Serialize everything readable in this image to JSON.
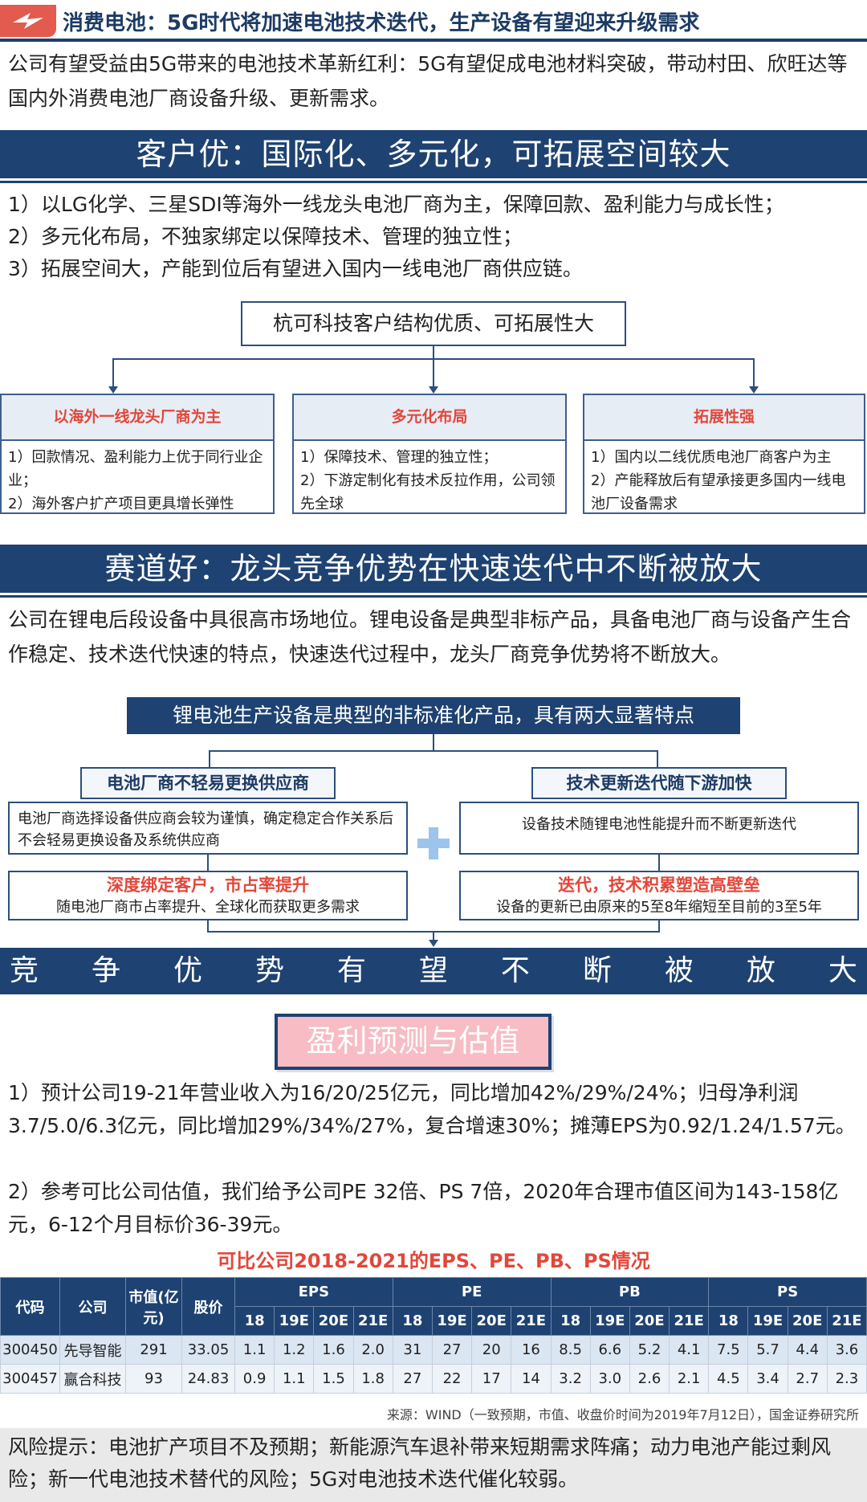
{
  "header": {
    "title": "消费电池：5G时代将加速电池技术迭代，生产设备有望迎来升级需求",
    "intro": "公司有望受益由5G带来的电池技术革新红利：5G有望促成电池材料突破，带动村田、欣旺达等国内外消费电池厂商设备升级、更新需求。"
  },
  "customer": {
    "title": "客户优：国际化、多元化，可拓展空间较大",
    "points": [
      "1）以LG化学、三星SDI等海外一线龙头电池厂商为主，保障回款、盈利能力与成长性；",
      "2）多元化布局，不独家绑定以保障技术、管理的独立性；",
      "3）拓展空间大，产能到位后有望进入国内一线电池厂商供应链。"
    ],
    "tree_top": "杭可科技客户结构优质、可拓展性大",
    "columns": [
      {
        "head": "以海外一线龙头厂商为主",
        "lines": [
          "1）回款情况、盈利能力上优于同行业企业；",
          "2）海外客户扩产项目更具增长弹性"
        ]
      },
      {
        "head": "多元化布局",
        "lines": [
          "1）保障技术、管理的独立性；",
          "2）下游定制化有技术反拉作用，公司领先全球"
        ]
      },
      {
        "head": "拓展性强",
        "lines": [
          "1）国内以二线优质电池厂商客户为主",
          "2）产能释放后有望承接更多国内一线电池厂设备需求"
        ]
      }
    ]
  },
  "track": {
    "title": "赛道好：龙头竞争优势在快速迭代中不断被放大",
    "text": "公司在锂电后段设备中具很高市场地位。锂电设备是典型非标产品，具备电池厂商与设备产生合作稳定、技术迭代快速的特点，快速迭代过程中，龙头厂商竞争优势将不断放大。",
    "diagram_top": "锂电池生产设备是典型的非标准化产品，具有两大显著特点",
    "left_head": "电池厂商不轻易更换供应商",
    "left_box": "电池厂商选择设备供应商会较为谨慎，确定稳定合作关系后不会轻易更换设备及系统供应商",
    "left_result_title": "深度绑定客户，市占率提升",
    "left_result_text": "随电池厂商市占率提升、全球化而获取更多需求",
    "right_head": "技术更新迭代随下游加快",
    "right_box": "设备技术随锂电池性能提升而不断更新迭代",
    "right_result_title": "迭代，技术积累塑造高壁垒",
    "right_result_text": "设备的更新已由原来的5至8年缩短至目前的3至5年",
    "banner_chars": [
      "竞",
      "争",
      "优",
      "势",
      "有",
      "望",
      "不",
      "断",
      "被",
      "放",
      "大"
    ]
  },
  "forecast": {
    "title": "盈利预测与估值",
    "p1": "1）预计公司19-21年营业收入为16/20/25亿元，同比增加42%/29%/24%；归母净利润3.7/5.0/6.3亿元，同比增加29%/34%/27%，复合增速30%；摊薄EPS为0.92/1.24/1.57元。",
    "p2": "2）参考可比公司估值，我们给予公司PE 32倍、PS 7倍，2020年合理市值区间为143-158亿元，6-12个月目标价36-39元。"
  },
  "table": {
    "title": "可比公司2018-2021的EPS、PE、PB、PS情况",
    "h_code": "代码",
    "h_company": "公司",
    "h_cap": "市值(亿元)",
    "h_price": "股价",
    "groups": [
      "EPS",
      "PE",
      "PB",
      "PS"
    ],
    "years": [
      "18",
      "19E",
      "20E",
      "21E"
    ],
    "rows": [
      {
        "code": "300450",
        "company": "先导智能",
        "cap": "291",
        "price": "33.05",
        "vals": [
          "1.1",
          "1.2",
          "1.6",
          "2.0",
          "31",
          "27",
          "20",
          "16",
          "8.5",
          "6.6",
          "5.2",
          "4.1",
          "7.5",
          "5.7",
          "4.4",
          "3.6"
        ]
      },
      {
        "code": "300457",
        "company": "赢合科技",
        "cap": "93",
        "price": "24.83",
        "vals": [
          "0.9",
          "1.1",
          "1.5",
          "1.8",
          "27",
          "22",
          "17",
          "14",
          "3.2",
          "3.0",
          "2.6",
          "2.1",
          "4.5",
          "3.4",
          "2.7",
          "2.3"
        ]
      }
    ],
    "source": "来源：WIND（一致预期，市值、收盘价时间为2019年7月12日），国金证券研究所"
  },
  "risk": {
    "text": "风险提示：电池扩产项目不及预期；新能源汽车退补带来短期需求阵痛；动力电池产能过剩风险；新一代电池技术替代的风险；5G对电池技术迭代催化较弱。"
  },
  "colors": {
    "navy": "#1e4271",
    "red": "#e2473a",
    "pink": "#f7bcc4",
    "light_blue": "#dbe6f3"
  }
}
